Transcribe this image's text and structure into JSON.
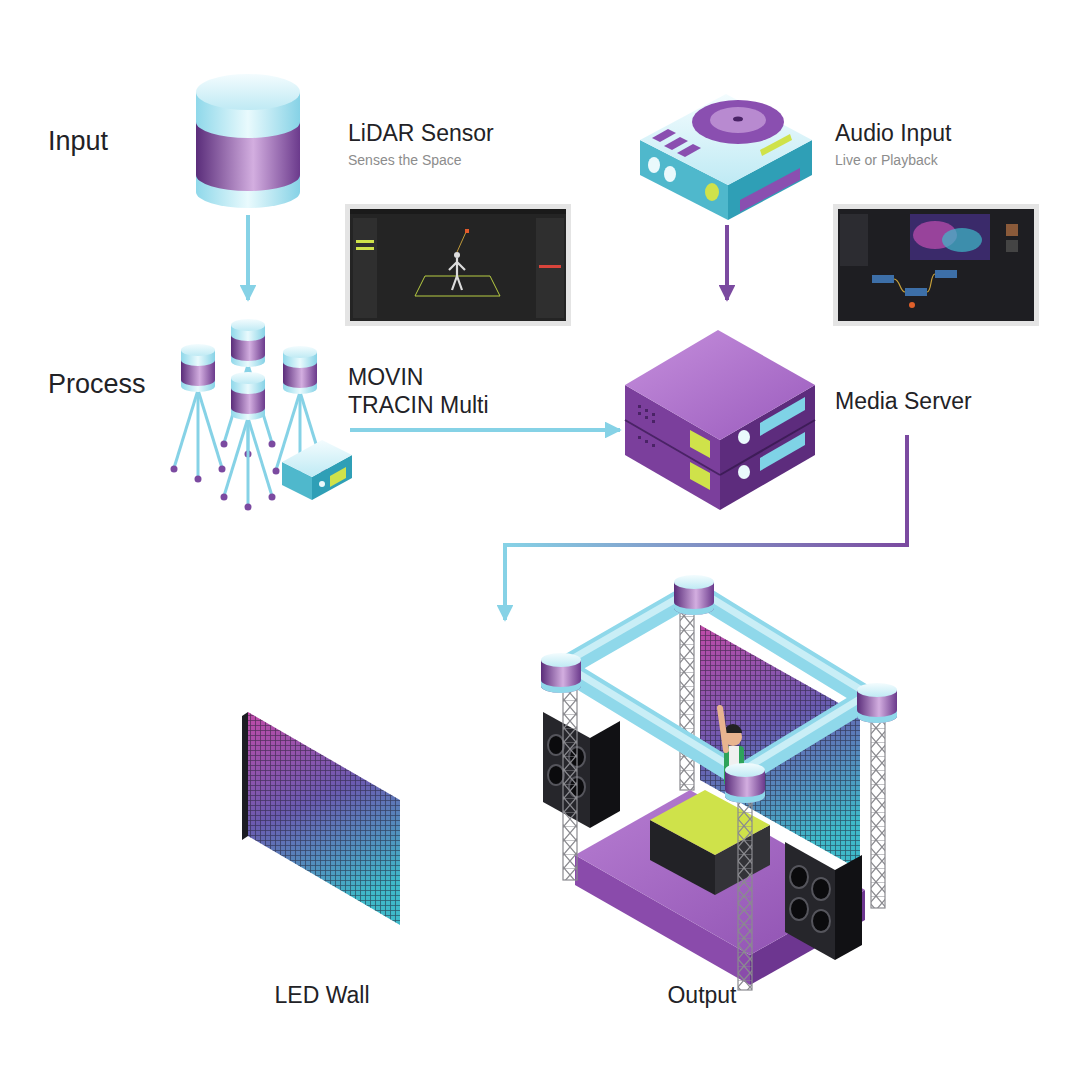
{
  "diagram": {
    "nodes": [
      {
        "text": [
          "LiDAR Sensor",
          "Senses the Space"
        ]
      },
      {
        "text": [
          "Audio Input",
          "Live or Playback"
        ]
      },
      {
        "text": [
          "MOVIN TRACIN Multi"
        ]
      },
      {
        "text": [
          "Media Server"
        ]
      },
      {
        "text": [
          "LED Wall"
        ]
      },
      {
        "text": [
          "Output"
        ]
      }
    ],
    "edges": [
      {
        "from": 0,
        "to": 2,
        "arrow": "to"
      },
      {
        "from": 1,
        "to": 3,
        "arrow": "to"
      },
      {
        "from": 2,
        "to": 3,
        "arrow": "to"
      },
      {
        "from": 3,
        "to": 5,
        "arrow": "to"
      }
    ],
    "labels": [
      "Input",
      "Process"
    ]
  }
}
